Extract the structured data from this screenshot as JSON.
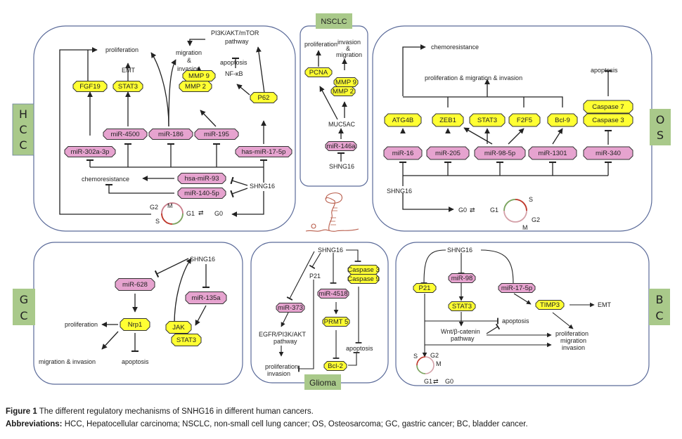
{
  "figure": {
    "caption_label": "Figure 1",
    "caption_text": " The different regulatory mechanisms of SNHG16 in different human cancers.",
    "abbrev_label": "Abbreviations:",
    "abbrev_text": " HCC, Hepatocellular carcinoma; NSCLC, non-small cell lung cancer; OS, Osteosarcoma; GC, gastric cancer; BC, bladder cancer."
  },
  "colors": {
    "mirna_fill": "#e6a3cf",
    "protein_fill": "#ffff33",
    "tag_fill": "#a9c98a",
    "panel_border": "#5a6a99",
    "line": "#222222"
  },
  "hcc": {
    "tag": [
      "H",
      "C",
      "C"
    ],
    "nodes": {
      "fgf19": "FGF19",
      "stat3": "STAT3",
      "mmp9": "MMP 9",
      "mmp2": "MMP 2",
      "p62": "P62",
      "mir302": "miR-302a-3p",
      "mir4500": "miR-4500",
      "mir186": "miR-186",
      "mir195": "miR-195",
      "mir17": "has-miR-17-5p",
      "mir93": "hsa-miR-93",
      "mir140": "miR-140-5p"
    },
    "labels": {
      "proliferation": "proliferation",
      "emt": "EMT",
      "migration1": "migration",
      "amp": "&",
      "invasion": "invasion",
      "pi3k1": "PI3K/AKT/mTOR",
      "pi3k2": "pathway",
      "apoptosis": "apoptosis",
      "nfkb": "NF-κB",
      "chemoresistance": "chemoresistance",
      "shng16": "SHNG16",
      "g2": "G2",
      "m": "M",
      "s": "S",
      "g1": "G1",
      "g0": "G0"
    }
  },
  "nsclc": {
    "tag": "NSCLC",
    "nodes": {
      "pcna": "PCNA",
      "mmp9": "MMP 9",
      "mmp2": "MMP 2",
      "mir146": "miR-146a"
    },
    "labels": {
      "proliferation": "proliferation",
      "invasion": "invasion",
      "amp": "&",
      "migration": "migration",
      "muc5ac": "MUC5AC",
      "shng16": "SHNG16"
    }
  },
  "os": {
    "tag": [
      "O",
      "S"
    ],
    "nodes": {
      "atg4b": "ATG4B",
      "zeb1": "ZEB1",
      "stat3": "STAT3",
      "f2f5": "F2F5",
      "bcl9": "Bcl-9",
      "casp7": "Caspase 7",
      "casp3": "Caspase 3",
      "mir16": "miR-16",
      "mir205": "miR-205",
      "mir98": "miR-98-5p",
      "mir1301": "miR-1301",
      "mir340": "miR-340"
    },
    "labels": {
      "chemoresistance": "chemoresistance",
      "pmi": "proliferation & migration & invasion",
      "apoptosis": "apoptosis",
      "shng16": "SHNG16",
      "g0": "G0",
      "g1": "G1",
      "s": "S",
      "g2": "G2",
      "m": "M"
    }
  },
  "gc": {
    "tag": [
      "G",
      "C"
    ],
    "nodes": {
      "mir628": "miR-628",
      "mir135": "miR-135a",
      "nrp1": "Nrp1",
      "jak": "JAK",
      "stat3": "STAT3"
    },
    "labels": {
      "shng16": "SHNG16",
      "proliferation": "proliferation",
      "migration": "migration & invasion",
      "apoptosis": "apoptosis"
    }
  },
  "glioma": {
    "tag": "Glioma",
    "nodes": {
      "casp3": "Caspase 3",
      "casp9": "Caspase 9",
      "mir4518": "miR-4518",
      "mir373": "miR-373",
      "prmt5": "PRMT 5",
      "bcl2": "Bcl-2"
    },
    "labels": {
      "shng16": "SHNG16",
      "p21": "P21",
      "egfr1": "EGFR/PI3K/AKT",
      "egfr2": "pathway",
      "prolif": "proliferation",
      "invasion": "invasion",
      "apoptosis": "apoptosis"
    }
  },
  "bc": {
    "tag": [
      "B",
      "C"
    ],
    "nodes": {
      "p21": "P21",
      "mir98": "miR-98",
      "mir17": "miR-17-5p",
      "stat3": "STAT3",
      "timp3": "TIMP3"
    },
    "labels": {
      "shng16": "SHNG16",
      "emt": "EMT",
      "apoptosis": "apoptosis",
      "wnt1": "Wnt/β-catenin",
      "wnt2": "pathway",
      "prolif": "proliferation",
      "migration": "migration",
      "invasion": "invasion",
      "s": "S",
      "g2": "G2",
      "m": "M",
      "g1": "G1",
      "g0": "G0"
    }
  }
}
